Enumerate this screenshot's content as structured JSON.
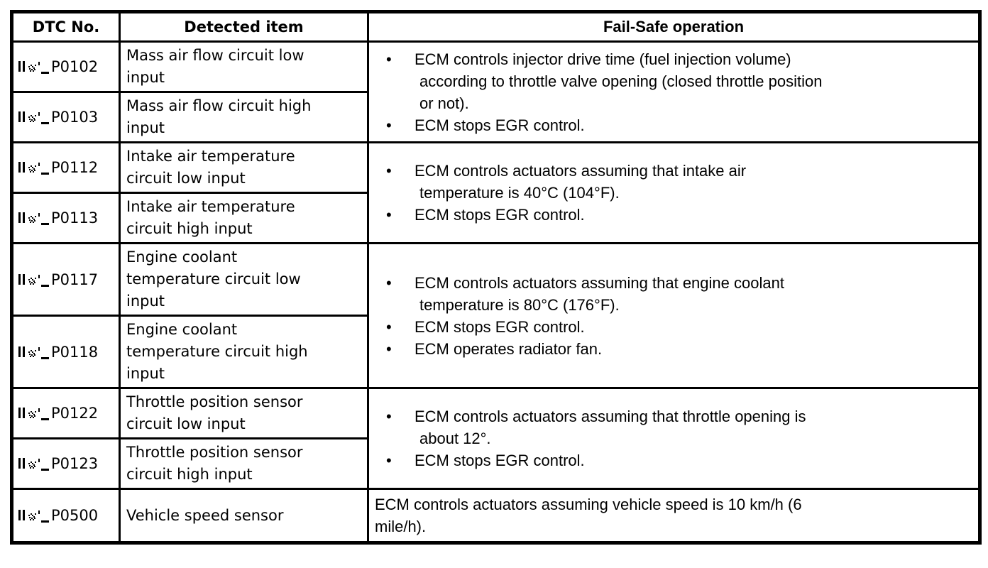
{
  "page": {
    "background_color": "#ffffff",
    "border_color": "#000000",
    "text_color": "#000000"
  },
  "icons": {
    "bullet": "•",
    "dtc_prefix": "corrupted-inline-glyph"
  },
  "table": {
    "headers": [
      {
        "label": "DTC No."
      },
      {
        "label": "Detected item"
      },
      {
        "label": "Fail-Safe operation"
      }
    ],
    "groups": [
      {
        "rows": [
          {
            "dtc": "P0102",
            "item": "Mass air flow circuit low\ninput"
          },
          {
            "dtc": "P0103",
            "item": "Mass air flow circuit high\ninput"
          }
        ],
        "failsafe": {
          "bullets": [
            "ECM controls injector drive time (fuel injection volume)\naccording to throttle valve opening (closed throttle position\nor not).",
            "ECM stops EGR control."
          ]
        }
      },
      {
        "rows": [
          {
            "dtc": "P0112",
            "item": "Intake air temperature\ncircuit low input"
          },
          {
            "dtc": "P0113",
            "item": "Intake air temperature\ncircuit high input"
          }
        ],
        "failsafe": {
          "bullets": [
            "ECM controls actuators assuming that intake air\ntemperature is 40°C (104°F).",
            "ECM stops EGR control."
          ]
        }
      },
      {
        "rows": [
          {
            "dtc": "P0117",
            "item": "Engine coolant\ntemperature circuit low\ninput"
          },
          {
            "dtc": "P0118",
            "item": "Engine coolant\ntemperature circuit high\ninput"
          }
        ],
        "failsafe": {
          "bullets": [
            "ECM controls actuators assuming that engine coolant\ntemperature is 80°C (176°F).",
            "ECM stops EGR control.",
            "ECM operates radiator fan."
          ]
        }
      },
      {
        "rows": [
          {
            "dtc": "P0122",
            "item": "Throttle position sensor\ncircuit low input"
          },
          {
            "dtc": "P0123",
            "item": "Throttle position sensor\ncircuit high input"
          }
        ],
        "failsafe": {
          "bullets": [
            "ECM controls actuators assuming that throttle opening is\nabout 12°.",
            "ECM stops EGR control."
          ]
        }
      },
      {
        "rows": [
          {
            "dtc": "P0500",
            "item": "Vehicle speed sensor"
          }
        ],
        "failsafe": {
          "text": "ECM controls actuators assuming vehicle speed is 10 km/h (6\nmile/h)."
        }
      }
    ]
  }
}
